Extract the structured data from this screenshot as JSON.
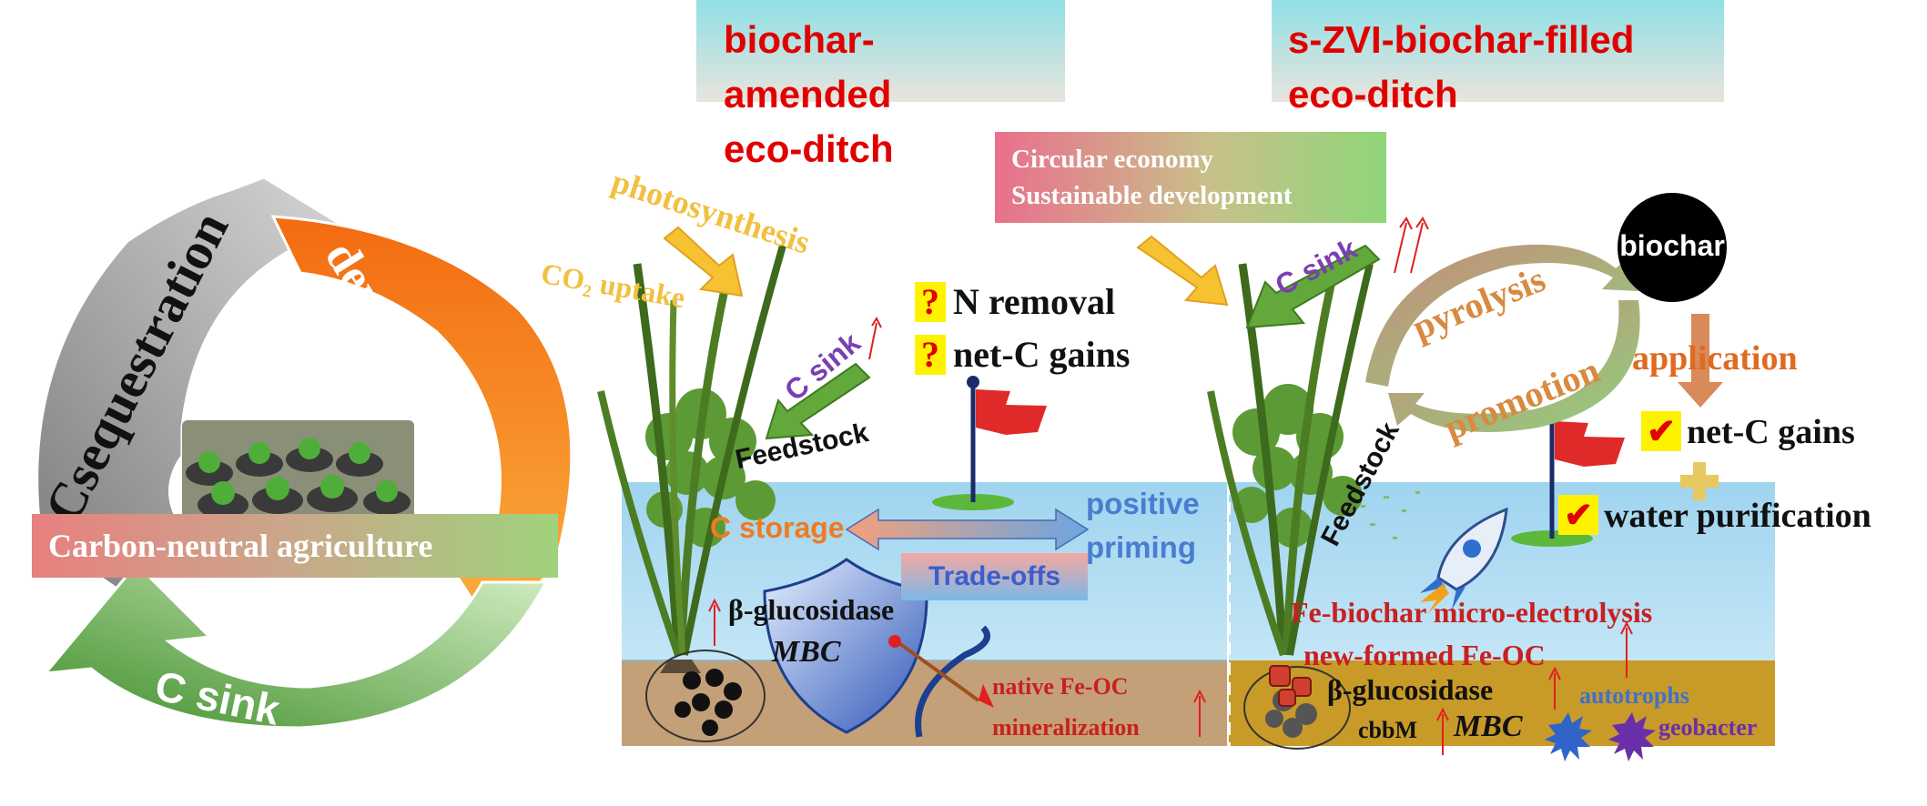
{
  "cycle": {
    "sequestration": "Csequestration",
    "denitrification": "denitrification",
    "c_sink": "C sink",
    "banner": "Carbon-neutral agriculture"
  },
  "headers": {
    "left_line1": "biochar-amended",
    "left_line2": "eco-ditch",
    "right_line1": "s-ZVI-biochar-filled",
    "right_line2": "eco-ditch"
  },
  "economy": {
    "line1": "Circular economy",
    "line2": "Sustainable development"
  },
  "left_panel": {
    "photosynthesis": "photosynthesis",
    "co2_uptake": "CO₂ uptake",
    "c_sink": "C sink",
    "q_mark": "?",
    "n_removal": "N removal",
    "net_c_gains": "net-C gains",
    "feedstock": "Feedstock",
    "c_storage": "C storage",
    "positive": "positive",
    "priming": "priming",
    "trade_offs": "Trade-offs",
    "glucosidase": "β-glucosidase",
    "mbc": "MBC",
    "native_fe_oc": "native Fe-OC",
    "mineralization": "mineralization"
  },
  "right_panel": {
    "c_sink": "C sink",
    "biochar": "biochar",
    "pyrolysis": "pyrolysis",
    "promotion": "promotion",
    "application": "application",
    "feedstock": "Feedstock",
    "check_mark": "✔",
    "net_c_gains": "net-C gains",
    "water_purification": "water purification",
    "fe_biochar": "Fe-biochar micro-electrolysis",
    "new_fe_oc": "new-formed Fe-OC",
    "glucosidase": "β-glucosidase",
    "cbbm": "cbbM",
    "mbc": "MBC",
    "autotrophs": "autotrophs",
    "geobacter": "geobacter"
  },
  "colors": {
    "red_text": "#e00000",
    "water": "#a8d8f0",
    "soil": "#c4a078",
    "soil_right": "#c89a28",
    "green_arrow": "#62a83a",
    "orange_arrow": "#f08a1c",
    "gray_arrow": "#8c8c8c",
    "yellow_arrow": "#f6c232",
    "purple_text": "#7a3fb0",
    "blue_text": "#4a7cd0"
  }
}
